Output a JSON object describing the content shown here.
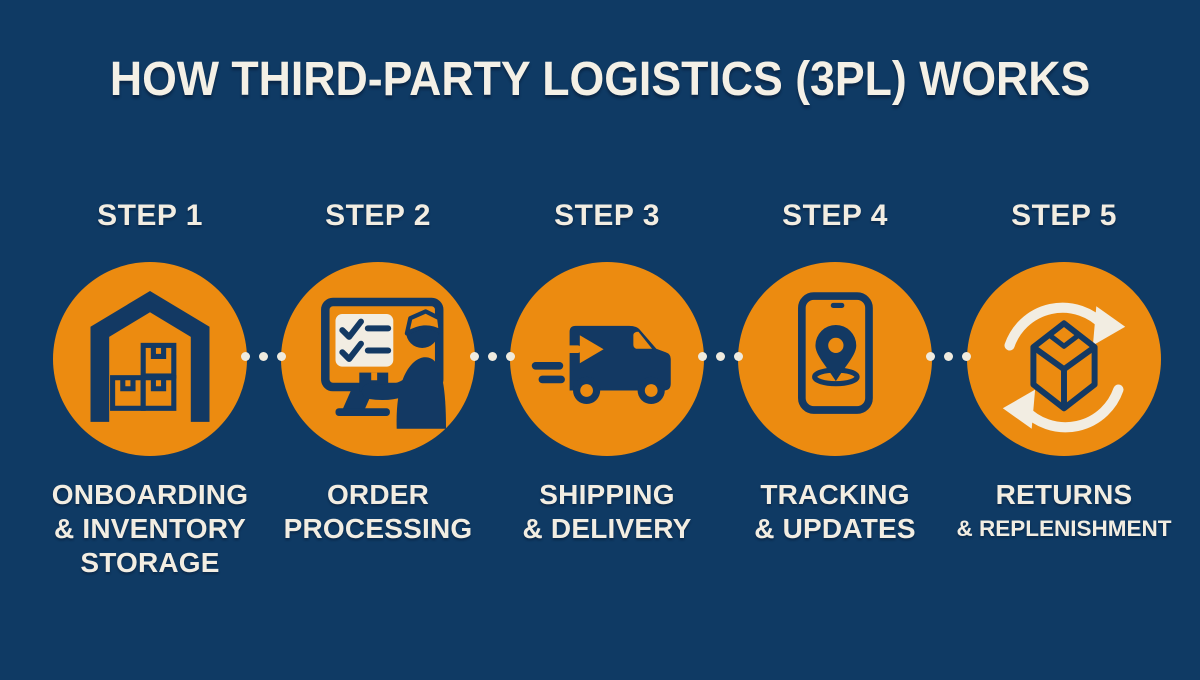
{
  "title": "HOW THIRD-PARTY LOGISTICS (3PL) WORKS",
  "colors": {
    "background": "#0F3A64",
    "circle_orange": "#EC8B10",
    "text_cream": "#F2EDE2"
  },
  "steps": [
    {
      "step_label": "STEP 1",
      "icon": "warehouse-icon",
      "label_lines": [
        "ONBOARDING",
        "& INVENTORY",
        "STORAGE"
      ]
    },
    {
      "step_label": "STEP 2",
      "icon": "order-processing-icon",
      "label_lines": [
        "ORDER",
        "PROCESSING"
      ]
    },
    {
      "step_label": "STEP 3",
      "icon": "shipping-truck-icon",
      "label_lines": [
        "SHIPPING",
        "& DELIVERY"
      ]
    },
    {
      "step_label": "STEP 4",
      "icon": "tracking-phone-icon",
      "label_lines": [
        "TRACKING",
        "& UPDATES"
      ]
    },
    {
      "step_label": "STEP 5",
      "icon": "returns-cycle-icon",
      "label_lines": [
        "RETURNS",
        "& REPLENISHMENT"
      ]
    }
  ]
}
